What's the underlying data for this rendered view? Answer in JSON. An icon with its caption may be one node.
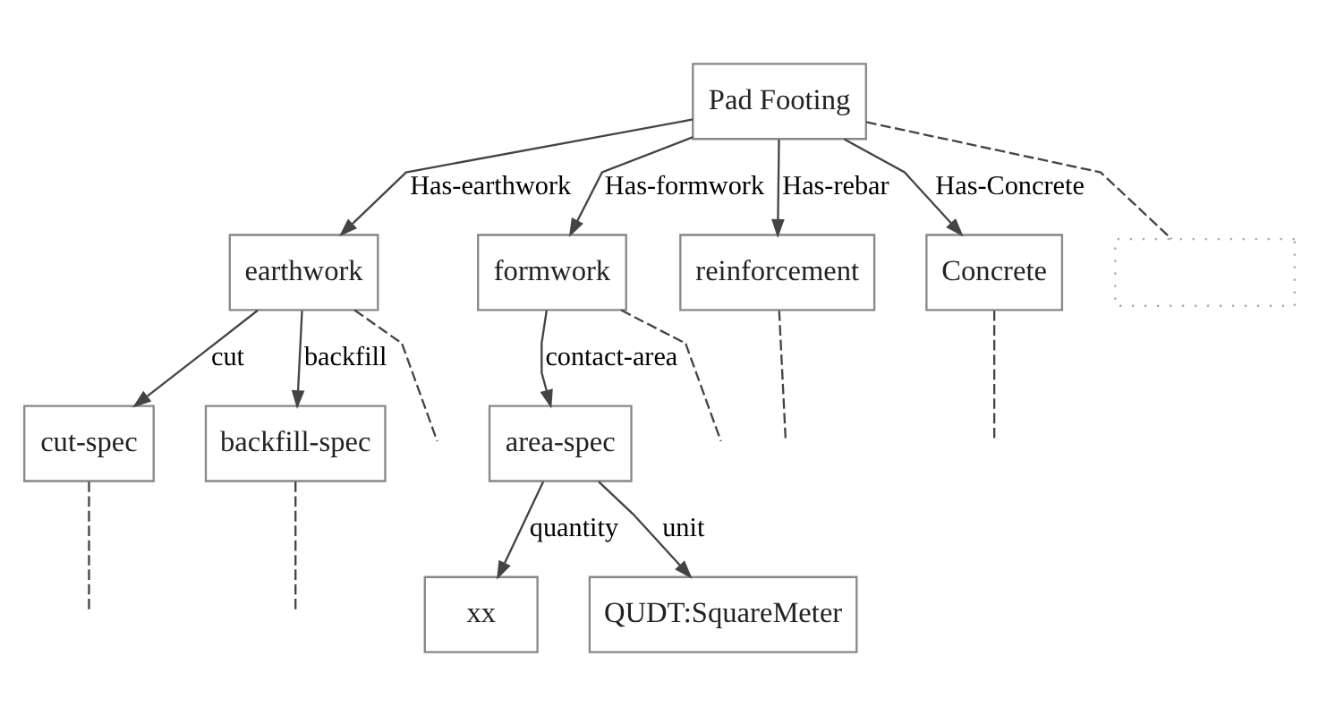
{
  "diagram": {
    "nodes": [
      {
        "text": [
          "Pad Footing"
        ]
      },
      {
        "text": [
          "earthwork"
        ]
      },
      {
        "text": [
          "formwork"
        ]
      },
      {
        "text": [
          "reinforcement"
        ]
      },
      {
        "text": [
          "Concrete"
        ]
      },
      {
        "text": [],
        "shape": "box"
      },
      {
        "text": [
          "cut-spec"
        ]
      },
      {
        "text": [
          "backfill-spec"
        ]
      },
      {
        "text": [
          "area-spec"
        ]
      },
      {
        "text": [
          "xx"
        ]
      },
      {
        "text": [
          "QUDT:SquareMeter"
        ]
      }
    ],
    "edges": [
      {
        "from": 0,
        "to": 1,
        "arrow": "to",
        "label": "Has-earthwork"
      },
      {
        "from": 0,
        "to": 2,
        "arrow": "to",
        "label": "Has-formwork"
      },
      {
        "from": 0,
        "to": 3,
        "arrow": "to",
        "label": "Has-rebar"
      },
      {
        "from": 0,
        "to": 4,
        "arrow": "to",
        "label": "Has-Concrete"
      },
      {
        "from": 0,
        "to": 5,
        "arrow": "none",
        "style": "dashed"
      },
      {
        "from": 1,
        "to": 6,
        "arrow": "to",
        "label": "cut"
      },
      {
        "from": 1,
        "to": 7,
        "arrow": "to",
        "label": "backfill"
      },
      {
        "from": 1,
        "to": null,
        "arrow": "none",
        "style": "dashed"
      },
      {
        "from": 2,
        "to": 8,
        "arrow": "to",
        "label": "contact-area"
      },
      {
        "from": 2,
        "to": null,
        "arrow": "none",
        "style": "dashed"
      },
      {
        "from": 3,
        "to": null,
        "arrow": "none",
        "style": "dashed"
      },
      {
        "from": 4,
        "to": null,
        "arrow": "none",
        "style": "dashed"
      },
      {
        "from": 6,
        "to": null,
        "arrow": "none",
        "style": "dashed"
      },
      {
        "from": 7,
        "to": null,
        "arrow": "none",
        "style": "dashed"
      },
      {
        "from": 8,
        "to": 9,
        "arrow": "to",
        "label": "quantity"
      },
      {
        "from": 8,
        "to": 10,
        "arrow": "to",
        "label": "unit"
      }
    ]
  }
}
